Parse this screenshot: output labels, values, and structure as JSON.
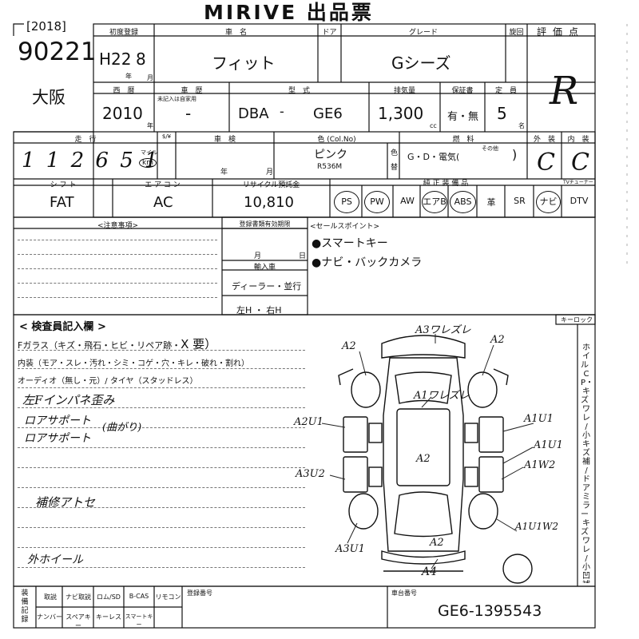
{
  "header": {
    "brand": "MIRIVE 出品票",
    "year": "[2018]",
    "lot": "90221",
    "venue": "大阪"
  },
  "row1": {
    "first_reg_label": "初度登録",
    "model_year": "H22",
    "month": "8",
    "year_unit": "年",
    "month_unit": "月",
    "car_name_label": "車　名",
    "car_name": "フィット",
    "door_label": "ドア",
    "grade_label": "グレード",
    "grade": "Gシーズ",
    "rating_label1": "評",
    "rating_label2": "価",
    "rating_label3": "点",
    "rating": "R",
    "shift_col_label": "旋回"
  },
  "row2": {
    "western_label": "西　暦",
    "western": "2010",
    "western_unit": "年",
    "history_label": "車　歴",
    "history_note": "未記入は自家用",
    "history_value": "-",
    "type_label": "型　式",
    "type_prefix": "DBA",
    "type_sep": "-",
    "type_code": "GE6",
    "cc_label": "排気量",
    "cc": "1,300",
    "cc_unit": "cc",
    "warranty_label": "保証書",
    "warranty": "有・無",
    "capacity_label": "定　員",
    "capacity": "5",
    "capacity_unit": "名"
  },
  "row3": {
    "mileage_label": "走　行",
    "mileage": "1 1 2 6 5 1",
    "mileage_unit1": "マイル",
    "mileage_unit2": "km",
    "yen_label": "$/¥",
    "inspection_label": "車　検",
    "ins_year": "年",
    "ins_month": "月",
    "color_label": "色 (Col.No)",
    "color": "ピンク",
    "color_code": "R536M",
    "color_change_1": "色",
    "color_change_2": "替",
    "fuel_label": "燃　料",
    "fuel_options": "G・D・電気(",
    "fuel_other": "その他",
    "fuel_close": ")",
    "exterior_label": "外　装",
    "exterior": "C",
    "interior_label": "内　装",
    "interior": "C"
  },
  "row4": {
    "shift_label": "シ フ ト",
    "shift": "FAT",
    "ac_label": "エ ア コ ン",
    "ac": "AC",
    "recycle_label": "リサイクル預託金",
    "recycle": "10,810",
    "equipment_label": "純 正 装 備 品",
    "equipment": [
      "PS",
      "PW",
      "AW",
      "エアB",
      "ABS",
      "革",
      "SR",
      "ナビ",
      "DTV"
    ],
    "tv_tuner_label": "TVチューナー"
  },
  "notes": {
    "caution_label": "<注意事項>",
    "doc_label": "登録書類有効期限",
    "doc_month": "月",
    "doc_day": "日",
    "import_label": "輸入車",
    "import_value": "ディーラー・並行",
    "handle_value": "左H ・ 右H",
    "selling_label": "<セールスポイント>",
    "selling_points": [
      "●スマートキー",
      "●ナビ・バックカメラ"
    ]
  },
  "inspector": {
    "title": "< 検査員記入欄 >",
    "fglass": "Fガラス（キズ・飛石・ヒビ・リペア跡・",
    "fglass_mark": "X 要）",
    "interior_line": "内装（モア・スレ・汚れ・シミ・コゲ・穴・キレ・破れ・割れ）",
    "audio_line": "オーディオ（無し・元）/ タイヤ（スタッドレス）",
    "handwritten": [
      "左Fインパネ歪み",
      "ロアサポート",
      "ロアサポート",
      "(曲がり)",
      "補修アトセ",
      "外ホイール"
    ],
    "keylock_label": "キーロック",
    "side_text": "ホイル・CP・キズ・ワレ / 小キズ補 / ドアミラー・キズ・ワレ / 小凹補 / 補修有"
  },
  "diagram_marks": [
    "A3ワレズレ",
    "A2",
    "A2",
    "A1ワレズレ",
    "A2",
    "A2U1",
    "A1U1",
    "A1U1",
    "A1W2",
    "A3U2",
    "A1U1W2",
    "A3U1",
    "A2",
    "A4"
  ],
  "footer": {
    "labels1": [
      "取説",
      "ナビ取説",
      "ロム/SD",
      "B-CAS",
      "リモコン"
    ],
    "labels2": [
      "ナンバー",
      "スペアキー",
      "キーレス",
      "スマートキー"
    ],
    "side_label": "装備記録",
    "reg_number_label": "登録番号",
    "chassis_label": "車台番号",
    "chassis": "GE6-1395543"
  }
}
